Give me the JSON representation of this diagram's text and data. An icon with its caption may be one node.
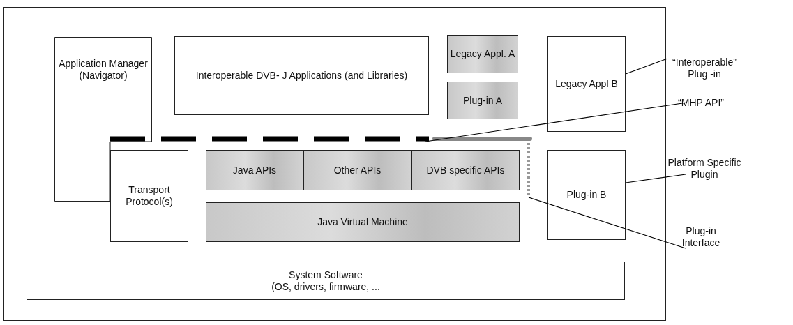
{
  "diagram": {
    "nodes": [
      {
        "text": [],
        "shape": "box"
      },
      {
        "text": [
          "Application Manager (Navigator)"
        ],
        "in": 0
      },
      {
        "text": [
          "Interoperable DVB- J Applications (and Libraries)"
        ],
        "in": 0
      },
      {
        "text": [
          "Legacy Appl. A"
        ],
        "in": 0
      },
      {
        "text": [
          "Plug-in A"
        ],
        "in": 0
      },
      {
        "text": [
          "Legacy Appl B"
        ],
        "in": 0
      },
      {
        "text": [],
        "shape": "bar",
        "in": 0
      },
      {
        "text": [],
        "shape": "bar",
        "in": 0
      },
      {
        "text": [
          "Transport Protocol(s)"
        ],
        "in": 0
      },
      {
        "text": [
          "Java APIs"
        ],
        "in": 0
      },
      {
        "text": [
          "Other APIs"
        ],
        "in": 0
      },
      {
        "text": [
          "DVB specific APIs"
        ],
        "in": 0
      },
      {
        "text": [
          "Java Virtual Machine"
        ],
        "in": 0
      },
      {
        "text": [
          "Plug-in B"
        ],
        "in": 0
      },
      {
        "text": [
          "System Software",
          "(OS, drivers, firmware, ..."
        ],
        "in": 0
      },
      {
        "text": [
          "“Interoperable” Plug -in"
        ]
      },
      {
        "text": [
          "“MHP API”"
        ]
      },
      {
        "text": [
          "Platform Specific Plugin"
        ]
      },
      {
        "text": [
          "Plug-in Interface"
        ]
      }
    ],
    "edges": [
      {
        "from": 15,
        "to": 5,
        "arrow": "none"
      },
      {
        "from": 16,
        "to": 6,
        "arrow": "none"
      },
      {
        "from": 17,
        "to": 13,
        "arrow": "none"
      },
      {
        "from": 18,
        "to": 7,
        "arrow": "none"
      }
    ]
  }
}
